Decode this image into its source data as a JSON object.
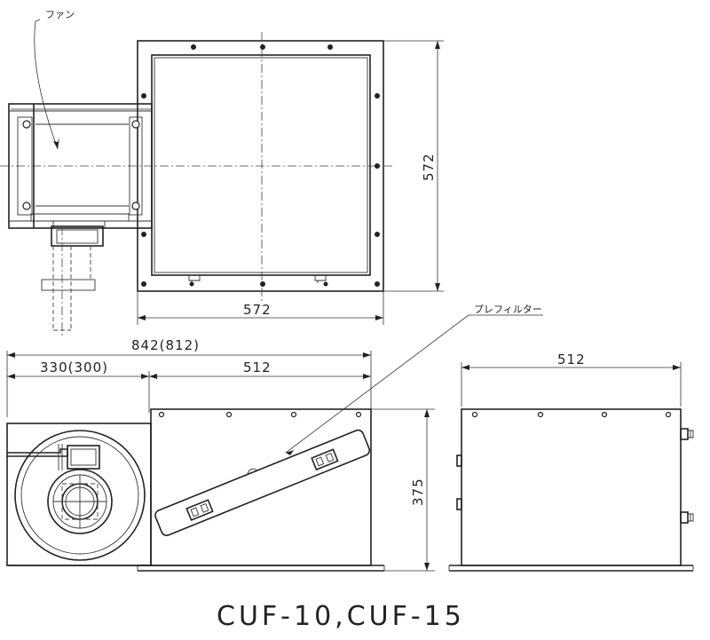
{
  "labels": {
    "fan": "ファン",
    "prefilter": "プレフィルター"
  },
  "dimensions": {
    "top_height": "572",
    "top_width": "572",
    "overall_width": "842(812)",
    "fan_section_width": "330(300)",
    "cabinet_width": "512",
    "cabinet_height": "375",
    "side_width": "512"
  },
  "title": "CUF-10,CUF-15"
}
